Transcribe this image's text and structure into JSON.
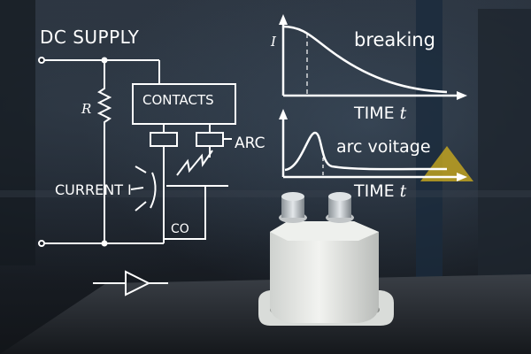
{
  "circuit": {
    "supply_label": "DC SUPPLY",
    "resistor_label": "R",
    "contacts_label": "CONTACTS",
    "arc_label": "ARC",
    "current_label": "CURRENT I",
    "co_label": "CO"
  },
  "graphs": {
    "top": {
      "y_axis_label": "I",
      "curve_label": "breaking",
      "x_axis_label": "TIME",
      "x_axis_var": "t"
    },
    "bottom": {
      "curve_label": "arc voitage",
      "x_axis_label": "TIME",
      "x_axis_var": "t"
    }
  },
  "colors": {
    "lines": "#ffffff",
    "contactor_body": "#e4e6e3",
    "background": "#1b2028",
    "warning_sign": "#d4b11c"
  }
}
